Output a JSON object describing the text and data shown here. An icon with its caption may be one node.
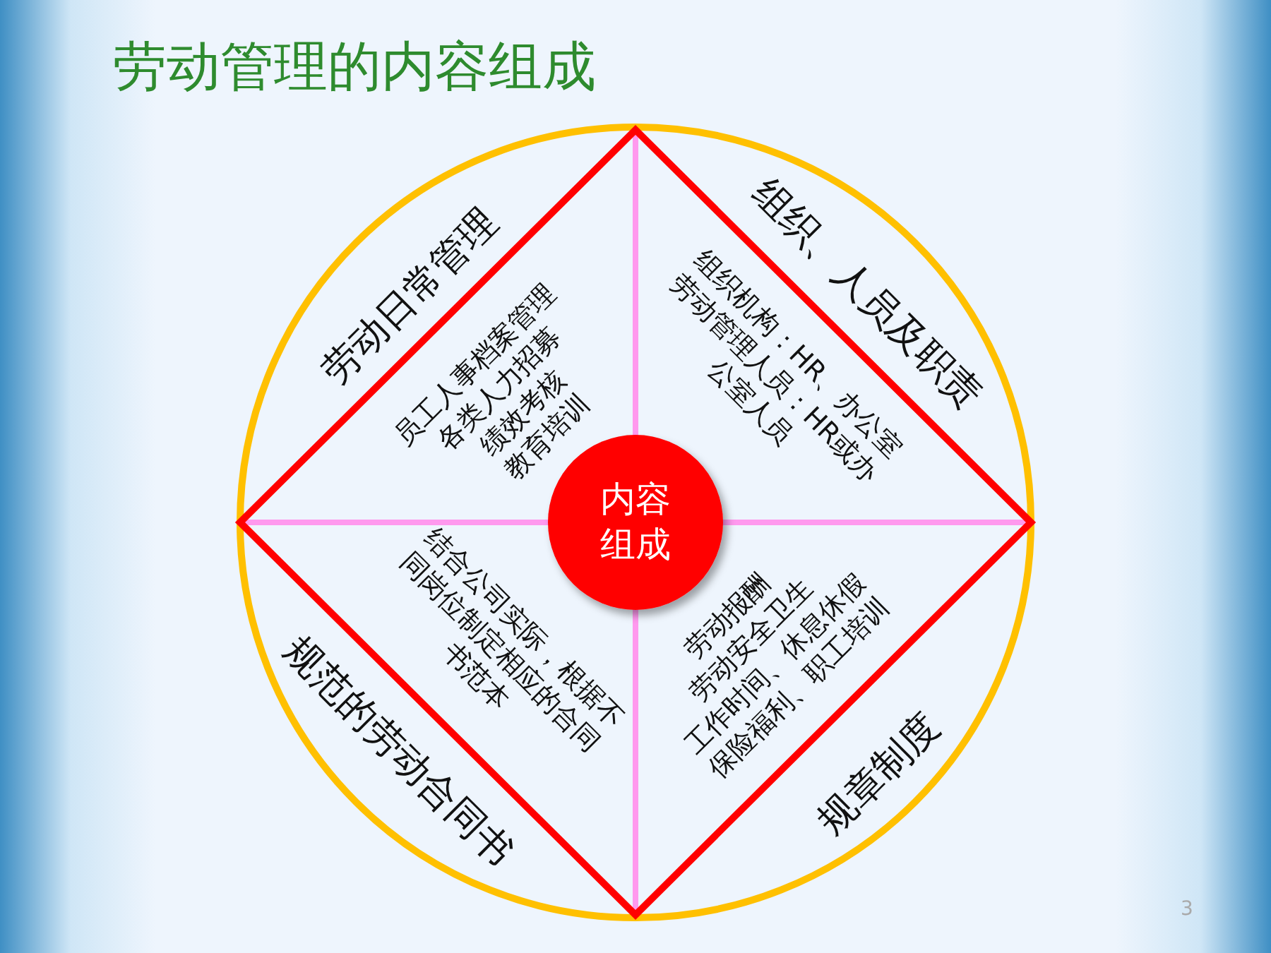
{
  "diagram": {
    "title": "劳动管理的内容组成",
    "nodes": [
      {
        "text": [
          "内容组成"
        ]
      },
      {
        "text": [
          "劳动日常管理"
        ]
      },
      {
        "text": [
          "员工人事档案管理",
          "各类人力招募",
          "绩效考核",
          "教育培训"
        ]
      },
      {
        "text": [
          "组织、人员及职责"
        ]
      },
      {
        "text": [
          "组织机构：HR、办公室",
          "劳动管理人员：HR或办公室人员"
        ]
      },
      {
        "text": [
          "规范的劳动合同书"
        ]
      },
      {
        "text": [
          "结合公司实际，根据不同岗位制定相应的合同书范本"
        ]
      },
      {
        "text": [
          "规章制度"
        ]
      },
      {
        "text": [
          "劳动报酬",
          "劳动安全卫生",
          "工作时间、休息休假",
          "保险福利、职工培训"
        ]
      }
    ],
    "edges": [],
    "labels": [
      "3"
    ]
  }
}
